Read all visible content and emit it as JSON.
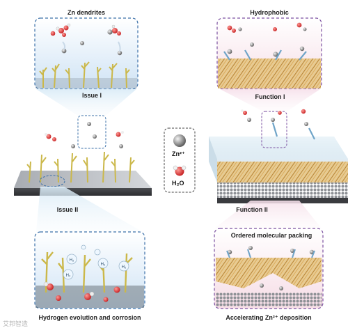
{
  "left": {
    "top_panel_label": "Zn dendrites",
    "issue_1": "Issue I",
    "issue_2": "Issue II",
    "bottom_panel_label": "Hydrogen evolution and corrosion",
    "bubble_label": "H₂"
  },
  "right": {
    "top_panel_label": "Hydrophobic",
    "function_1": "Function I",
    "function_2": "Function II",
    "bottom_panel_title": "Ordered molecular packing",
    "bottom_panel_label": "Accelerating Zn²⁺ deposition"
  },
  "legend": {
    "zn_label": "Zn²⁺",
    "water_label": "H₂O"
  },
  "watermark": "艾邦智造",
  "colors": {
    "issue_frame": "#3a6fa8",
    "function_frame": "#7a4fa0",
    "dendrite": "#cbb84a",
    "molecule": "#c98d2a",
    "zn_ion": "#8e8e8e",
    "water_oxygen": "#d9262a",
    "substrate": "#5e5e62"
  }
}
